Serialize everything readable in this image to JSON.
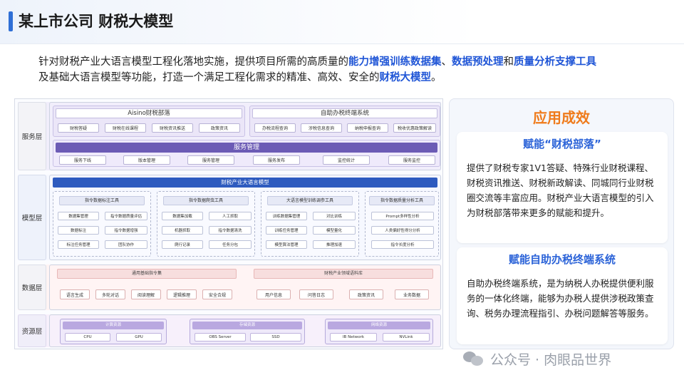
{
  "header": {
    "title": "某上市公司 财税大模型"
  },
  "intro": {
    "p1": "针对财税产业大语言模型工程化落地实施，提供项目所需的高质量的",
    "h1": "能力增强训练数据集",
    "p2": "、",
    "h2": "数据预处理",
    "p3": "和",
    "h3": "质量分析支撑工具",
    "p4": "及基础大语言模型等功能，打造一个满足工程化需求的精准、高效、安全的",
    "h4": "财税大模型",
    "p5": "。"
  },
  "diagram": {
    "service": {
      "label": "服务层",
      "panel_left": {
        "title": "Aisino财税部落",
        "items": [
          "财税答疑",
          "财税在线课程",
          "财税资讯推送",
          "政策资讯"
        ]
      },
      "panel_right": {
        "title": "自助办税终端系统",
        "items": [
          "办税流程查询",
          "涉税信息查询",
          "纳税申报查询",
          "税收优惠政策解读"
        ]
      },
      "management": {
        "title": "服务管理",
        "items": [
          "服务下线",
          "版本管理",
          "服务管理",
          "服务发布",
          "监控统计",
          "服务监控"
        ]
      }
    },
    "model": {
      "label": "模型层",
      "bar": "财税产业大语言模型",
      "tools": [
        {
          "title": "指令数据标注工具",
          "items": [
            "数据集管理",
            "指令数据质量评估",
            "数据标注",
            "指令数据增强",
            "标注任务管理",
            "团队协作"
          ]
        },
        {
          "title": "指令数据爬虫工具",
          "items": [
            "数据集加载",
            "人工抓取",
            "机器抓取",
            "指令数据清洗",
            "爬行记录",
            "任务分包"
          ]
        },
        {
          "title": "大语言模型训练调参工具",
          "items": [
            "训练数据集管理",
            "对比训练",
            "训练任务管理",
            "模型量化",
            "模型算法管理",
            "推理加速"
          ]
        },
        {
          "title": "指令数据质量分析工具",
          "items": [
            "Prompt多样性分析",
            "人类偏好性得分分析",
            "指令长度分析"
          ]
        }
      ]
    },
    "data": {
      "label": "数据层",
      "groups": [
        {
          "title": "通用基础指令集",
          "items": [
            "语言生成",
            "多轮对话",
            "阅读理解",
            "逻辑推理",
            "安全合规"
          ]
        },
        {
          "title": "财税产业领域语料库",
          "items": [
            "用户信息",
            "问答日志",
            "政策资讯",
            "业务数据"
          ]
        }
      ]
    },
    "resource": {
      "label": "资源层",
      "groups": [
        {
          "title": "计算资源",
          "items": [
            "CPU",
            "GPU"
          ]
        },
        {
          "title": "存储资源",
          "items": [
            "OBS Server",
            "SSD"
          ]
        },
        {
          "title": "网络资源",
          "items": [
            "IB Network",
            "NVLink"
          ]
        }
      ]
    }
  },
  "results": {
    "title": "应用成效",
    "cards": [
      {
        "title": "赋能“财税部落”",
        "text": "提供了财税专家1V1答疑、特殊行业财税课程、财税资讯推送、财税新政解读、同城同行业财税圈交流等丰富应用。财税产业大语言模型的引入为财税部落带来更多的赋能和提升。"
      },
      {
        "title": "赋能自助办税终端系统",
        "text": "自助办税终端系统，是为纳税人办税提供便利服务的一体化终端，能够为办税人提供涉税政策查询、税务办理流程指引、办税问题解答等服务。"
      }
    ]
  },
  "watermark": {
    "text": "公众号 · 肉眼品世界"
  }
}
